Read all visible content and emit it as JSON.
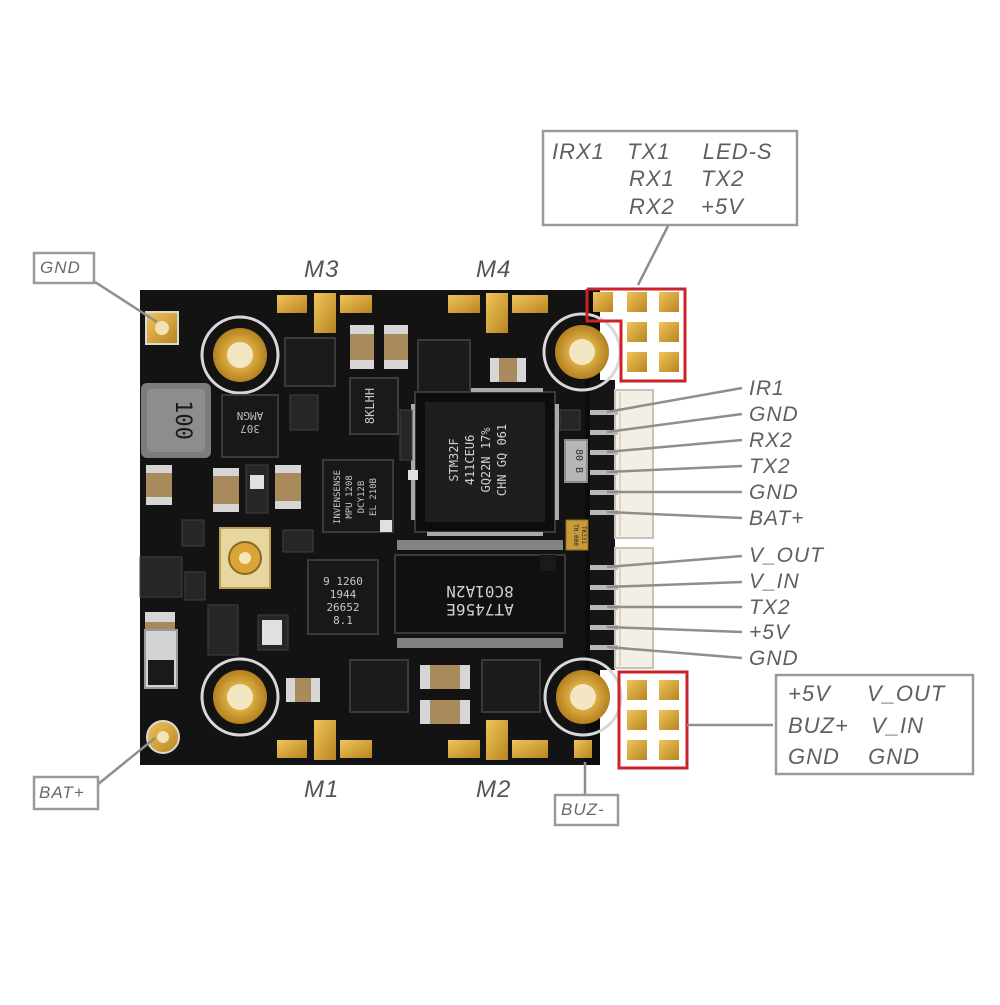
{
  "top_right_box": {
    "rows": [
      [
        "IRX1",
        "TX1",
        "LED-S"
      ],
      [
        "RX1",
        "TX2"
      ],
      [
        "RX2",
        "+5V"
      ]
    ]
  },
  "bottom_right_box": {
    "rows": [
      [
        "+5V",
        "V_OUT"
      ],
      [
        "BUZ+",
        "V_IN"
      ],
      [
        "GND",
        "GND"
      ]
    ]
  },
  "corner_labels": {
    "gnd": "GND",
    "bat_plus": "BAT+",
    "buz_minus": "BUZ-"
  },
  "motor_labels": {
    "m1": "M1",
    "m2": "M2",
    "m3": "M3",
    "m4": "M4"
  },
  "connector_upper": [
    "IR1",
    "GND",
    "RX2",
    "TX2",
    "GND",
    "BAT+"
  ],
  "connector_lower": [
    "V_OUT",
    "V_IN",
    "TX2",
    "+5V",
    "GND"
  ],
  "chip_markings": {
    "inductor": "100",
    "mcu": [
      "STM32F",
      "411CEU6",
      "GQ22N 17%",
      "CHN GQ 061"
    ],
    "driver": [
      "AT7456E",
      "8C01A2N"
    ],
    "imu": [
      "INVENSENSE",
      "MPU 1208",
      "DCY12B",
      "EL 210B"
    ],
    "baro": [
      "9 1260",
      "1944",
      "26652",
      "8.1"
    ],
    "regulator": "8KLHH",
    "amgn": [
      "307",
      "AMGN"
    ],
    "crystal": "80 B",
    "small_cap": [
      "T0.000",
      "TK331"
    ]
  },
  "colors": {
    "board": "#111111",
    "pad_gold": "#d9a536",
    "highlight_red": "#cc2229",
    "label_gray": "#5f5f5f"
  }
}
